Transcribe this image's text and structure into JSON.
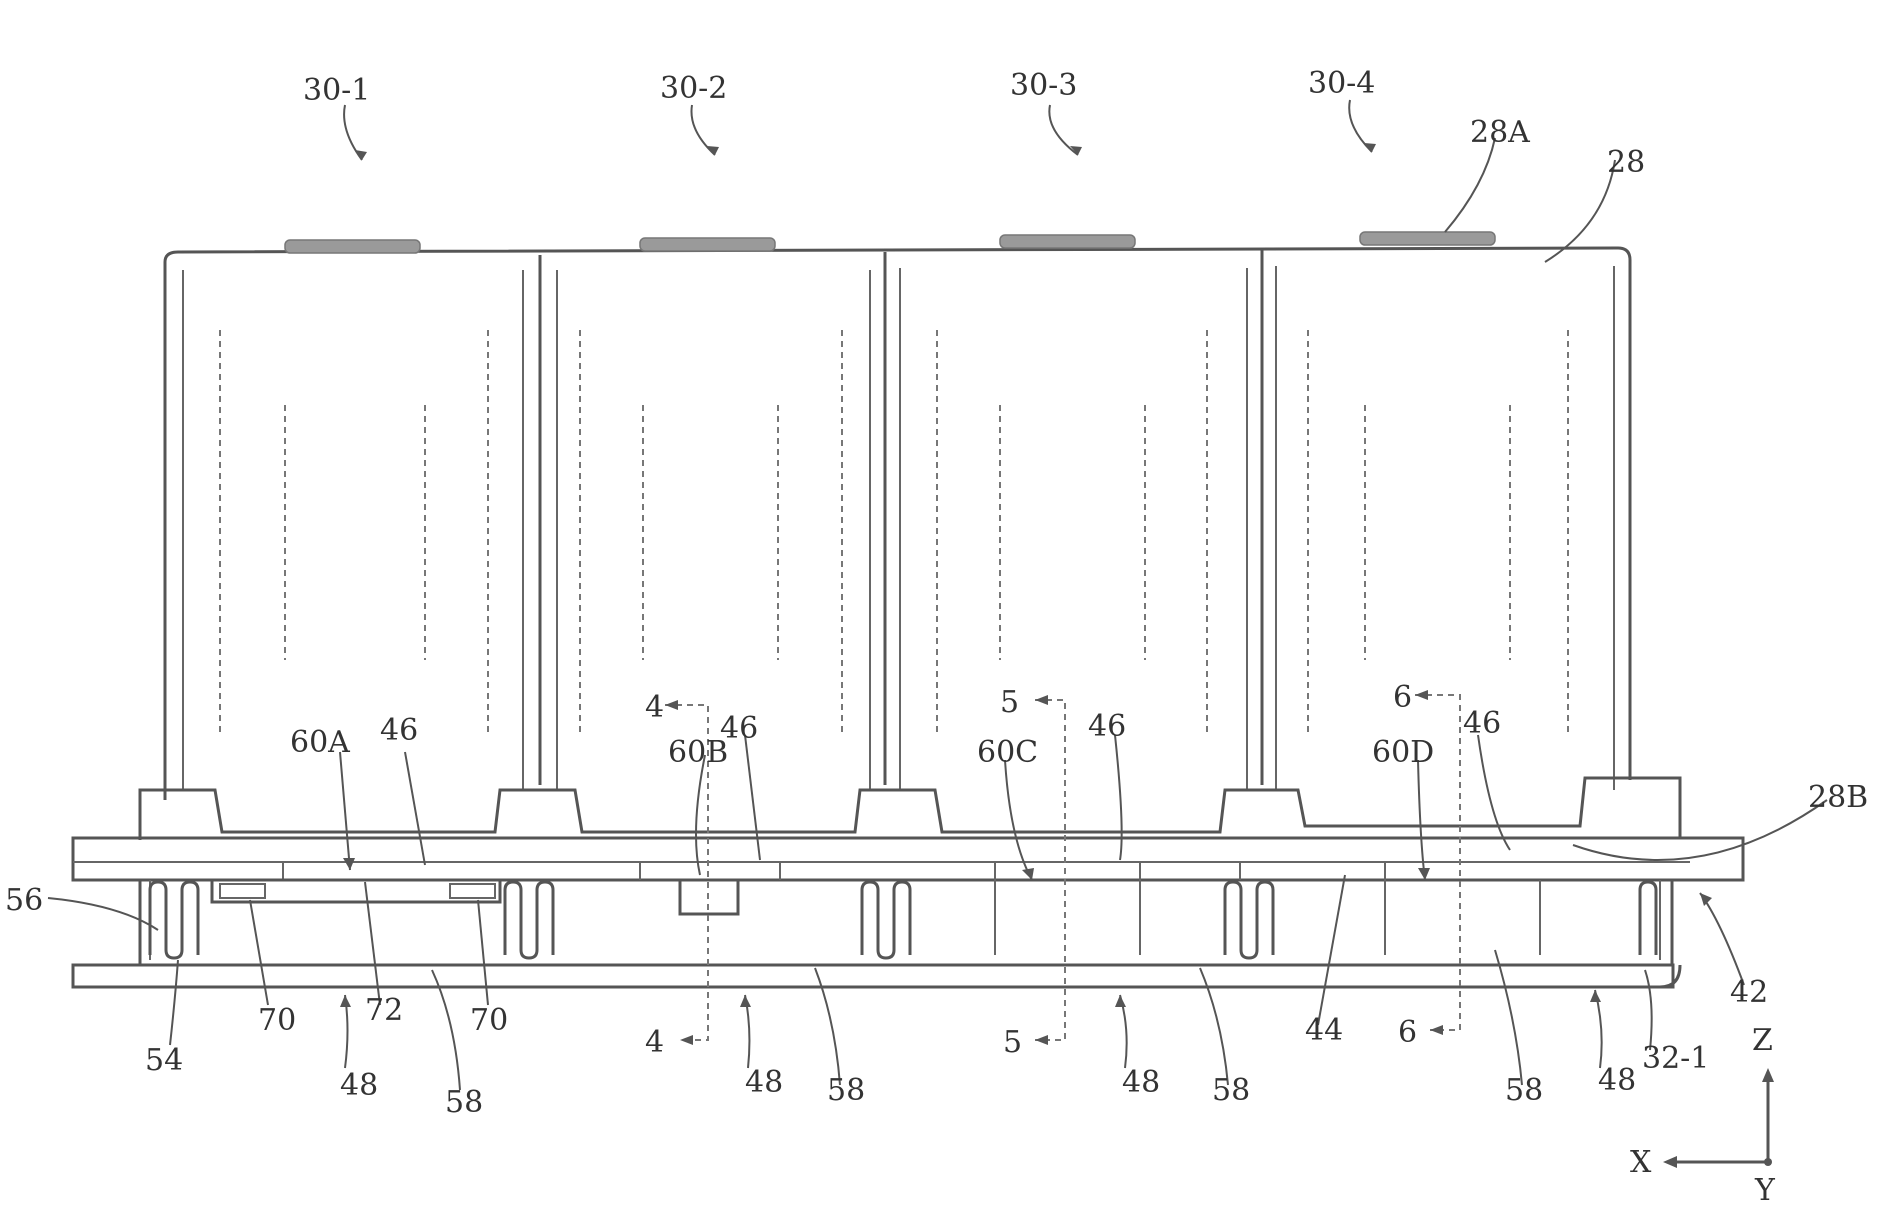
{
  "diagram": {
    "labels": {
      "cell_1": "30-1",
      "cell_2": "30-2",
      "cell_3": "30-3",
      "cell_4": "30-4",
      "terminal_top": "28A",
      "housing": "28",
      "housing_bottom": "28B",
      "fin_56": "56",
      "plate_60a": "60A",
      "plate_60b": "60B",
      "plate_60c": "60C",
      "plate_60d": "60D",
      "layer_46_a": "46",
      "layer_46_b": "46",
      "layer_46_c": "46",
      "layer_46_d": "46",
      "section_4_top": "4",
      "section_4_bottom": "4",
      "section_5_top": "5",
      "section_5_bottom": "5",
      "section_6_top": "6",
      "section_6_bottom": "6",
      "ref_54": "54",
      "ref_70_a": "70",
      "ref_70_b": "70",
      "ref_72": "72",
      "ref_58_a": "58",
      "ref_58_b": "58",
      "ref_58_c": "58",
      "ref_58_d": "58",
      "ref_48_a": "48",
      "ref_48_b": "48",
      "ref_48_c": "48",
      "ref_48_d": "48",
      "ref_44": "44",
      "ref_42": "42",
      "ref_32_1": "32-1",
      "axis_z": "Z",
      "axis_x": "X",
      "axis_y": "Y"
    },
    "colors": {
      "line": "#555555",
      "terminal": "#9a9a9a"
    }
  }
}
